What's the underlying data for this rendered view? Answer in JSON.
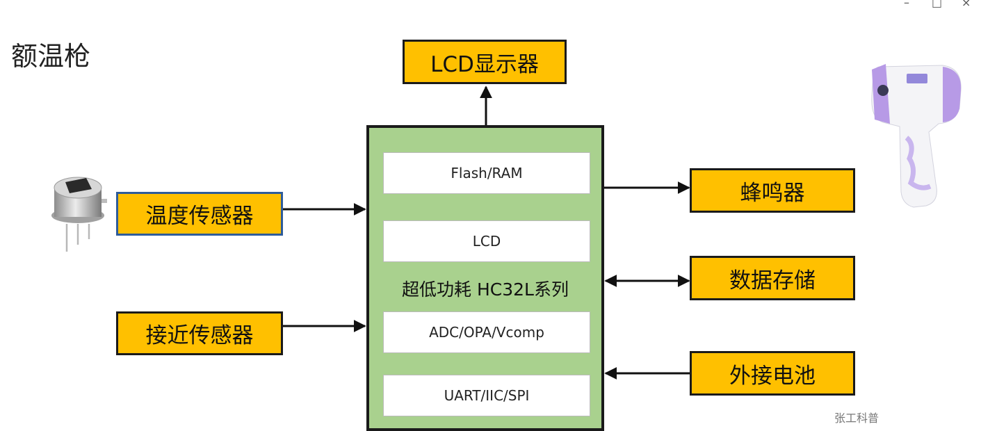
{
  "window": {
    "minimize": "–",
    "maximize": "□",
    "close": "×"
  },
  "title": "额温枪",
  "top_box": "LCD显示器",
  "left_boxes": [
    "温度传感器",
    "接近传感器"
  ],
  "right_boxes": [
    "蜂鸣器",
    "数据存储",
    "外接电池"
  ],
  "mcu": {
    "label": "超低功耗 HC32L系列",
    "modules": [
      "Flash/RAM",
      "LCD",
      "ADC/OPA/Vcomp",
      "UART/IIC/SPI"
    ]
  },
  "watermark": "张工科普",
  "colors": {
    "box_fill": "#ffc000",
    "mcu_fill": "#a9d18e",
    "thermometer_accent": "#b79ae6"
  }
}
